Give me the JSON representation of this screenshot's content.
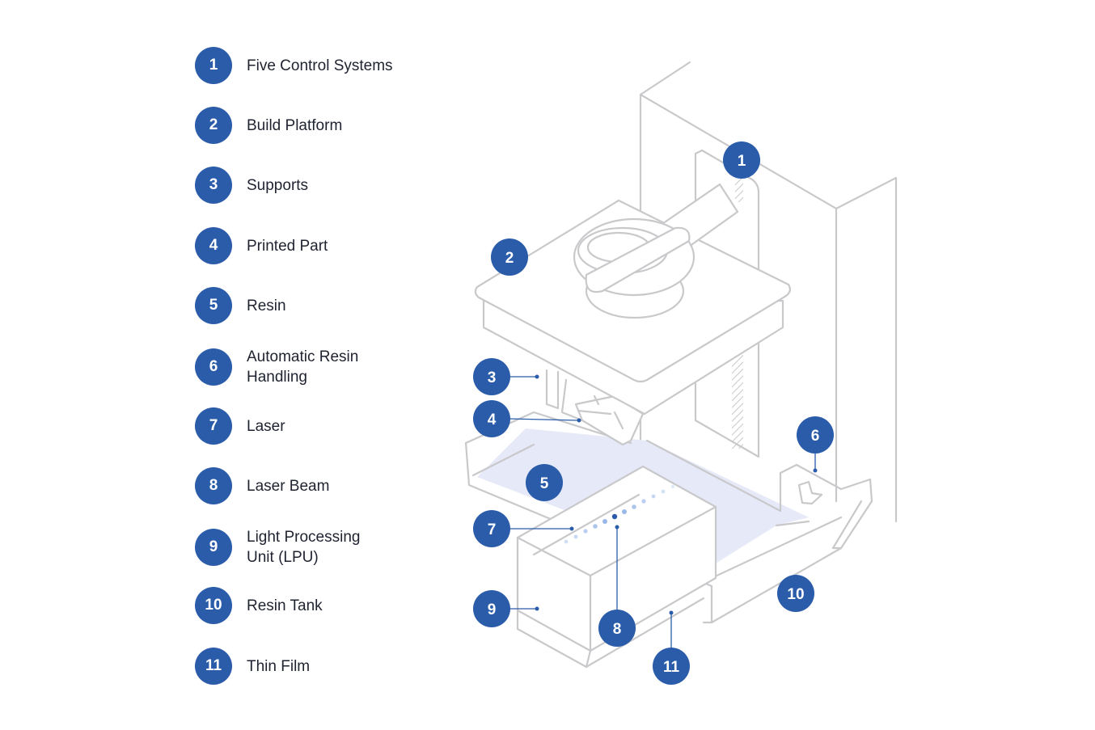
{
  "colors": {
    "accent": "#2a5caa",
    "resin": "#e6e9f7",
    "outline": "#c9c9cc",
    "beam": "#7fa6e3"
  },
  "legend": [
    {
      "number": "1",
      "label": "Five Control Systems"
    },
    {
      "number": "2",
      "label": "Build Platform"
    },
    {
      "number": "3",
      "label": "Supports"
    },
    {
      "number": "4",
      "label": "Printed Part"
    },
    {
      "number": "5",
      "label": "Resin"
    },
    {
      "number": "6",
      "label": "Automatic Resin Handling"
    },
    {
      "number": "7",
      "label": "Laser"
    },
    {
      "number": "8",
      "label": "Laser Beam"
    },
    {
      "number": "9",
      "label": "Light Processing Unit (LPU)"
    },
    {
      "number": "10",
      "label": "Resin Tank"
    },
    {
      "number": "11",
      "label": "Thin Film"
    }
  ],
  "callouts": [
    "1",
    "2",
    "3",
    "4",
    "5",
    "6",
    "7",
    "8",
    "9",
    "10",
    "11"
  ]
}
